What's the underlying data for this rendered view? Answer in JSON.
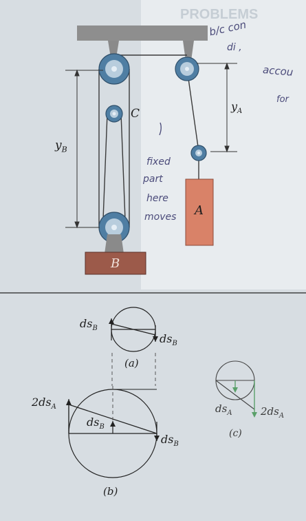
{
  "diagram": {
    "top": {
      "label_yB": "y",
      "label_yB_sub": "B",
      "label_yA": "y",
      "label_yA_sub": "A",
      "label_C": "C",
      "label_A": "A",
      "label_B": "B"
    },
    "fig_a": {
      "ds_left": "ds",
      "ds_left_sub": "B",
      "ds_right": "ds",
      "ds_right_sub": "B",
      "caption": "(a)"
    },
    "fig_b": {
      "ds_left": "2ds",
      "ds_left_sub": "A",
      "ds_mid": "ds",
      "ds_mid_sub": "B",
      "ds_right": "ds",
      "ds_right_sub": "B",
      "caption": "(b)"
    },
    "fig_c": {
      "ds_left": "ds",
      "ds_left_sub": "A",
      "ds_right": "2ds",
      "ds_right_sub": "A",
      "caption": "(c)"
    },
    "handwriting": {
      "note_right_1": "b/c con",
      "note_right_2": "di ,",
      "note_right_3": "accou",
      "note_right_4": "for",
      "note_mid_1": "fixed",
      "note_mid_2": "part",
      "note_mid_3": "here",
      "note_mid_4": "moves"
    },
    "background": {
      "heading": "PROBLEMS"
    },
    "colors": {
      "paper": "#d7dde2",
      "ink": "#1d1d1d",
      "block_A": "#d98268",
      "block_B": "#9c5a4a",
      "pulley": "#4f7ea3",
      "ceiling": "#8e8e8e",
      "green": "#5aa06a"
    }
  }
}
